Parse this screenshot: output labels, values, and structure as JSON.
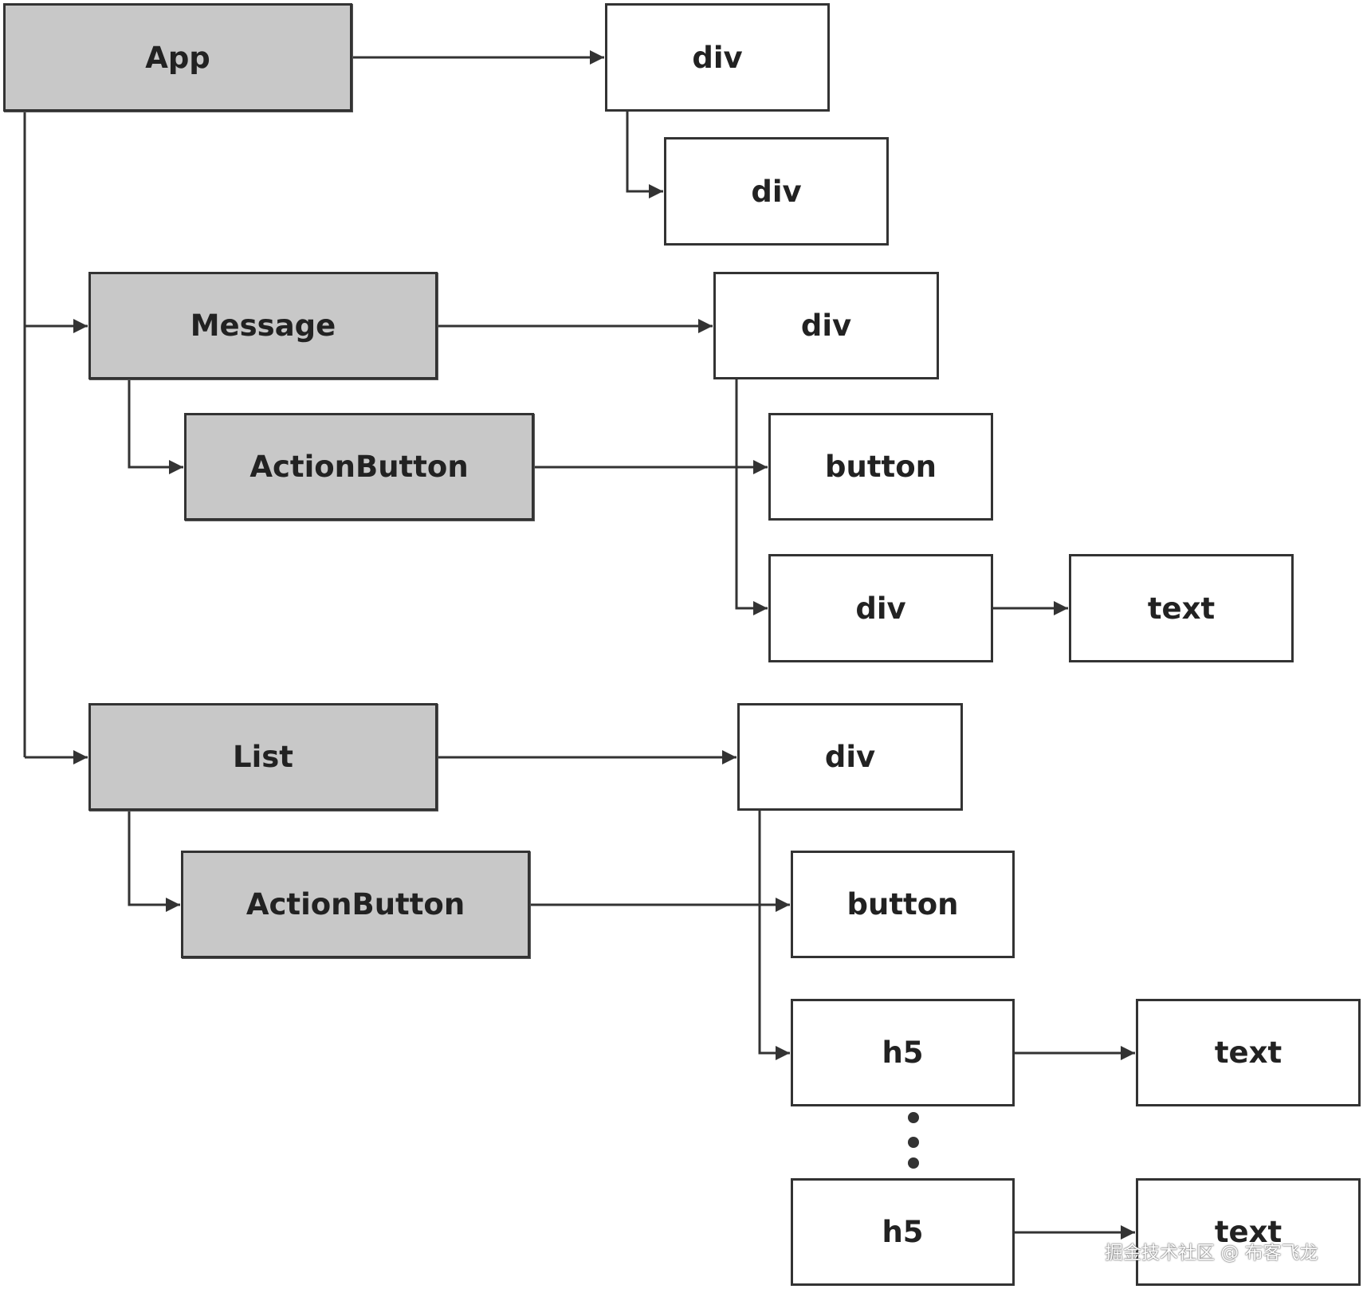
{
  "nodes": {
    "app": "App",
    "app_div": "div",
    "app_div_child": "div",
    "message": "Message",
    "message_div": "div",
    "message_action_button": "ActionButton",
    "message_button": "button",
    "message_inner_div": "div",
    "message_text": "text",
    "list": "List",
    "list_div": "div",
    "list_action_button": "ActionButton",
    "list_button": "button",
    "list_h5_first": "h5",
    "list_text_first": "text",
    "list_h5_last": "h5",
    "list_text_last": "text"
  },
  "watermark": "掘金技术社区 @ 布客飞龙",
  "colors": {
    "component_fill": "#c8c8c8",
    "element_fill": "#ffffff",
    "line": "#333333"
  }
}
